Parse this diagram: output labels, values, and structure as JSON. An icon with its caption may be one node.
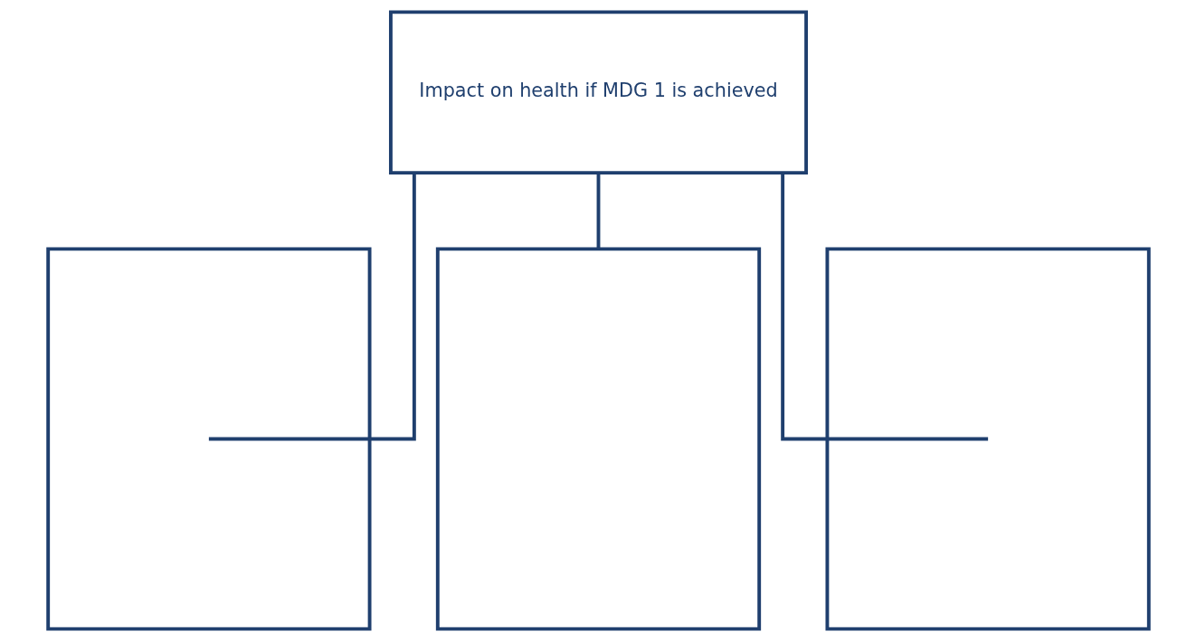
{
  "diagram": {
    "nodes": [
      {
        "text": [
          "Impact on health if MDG 1 is achieved"
        ]
      },
      {
        "text": [],
        "shape": "box"
      },
      {
        "text": [],
        "shape": "box"
      },
      {
        "text": [],
        "shape": "box"
      }
    ],
    "edges": [
      {
        "from": 0,
        "to": 1,
        "arrow": "none"
      },
      {
        "from": 0,
        "to": 2,
        "arrow": "none"
      },
      {
        "from": 0,
        "to": 3,
        "arrow": "none"
      }
    ]
  }
}
